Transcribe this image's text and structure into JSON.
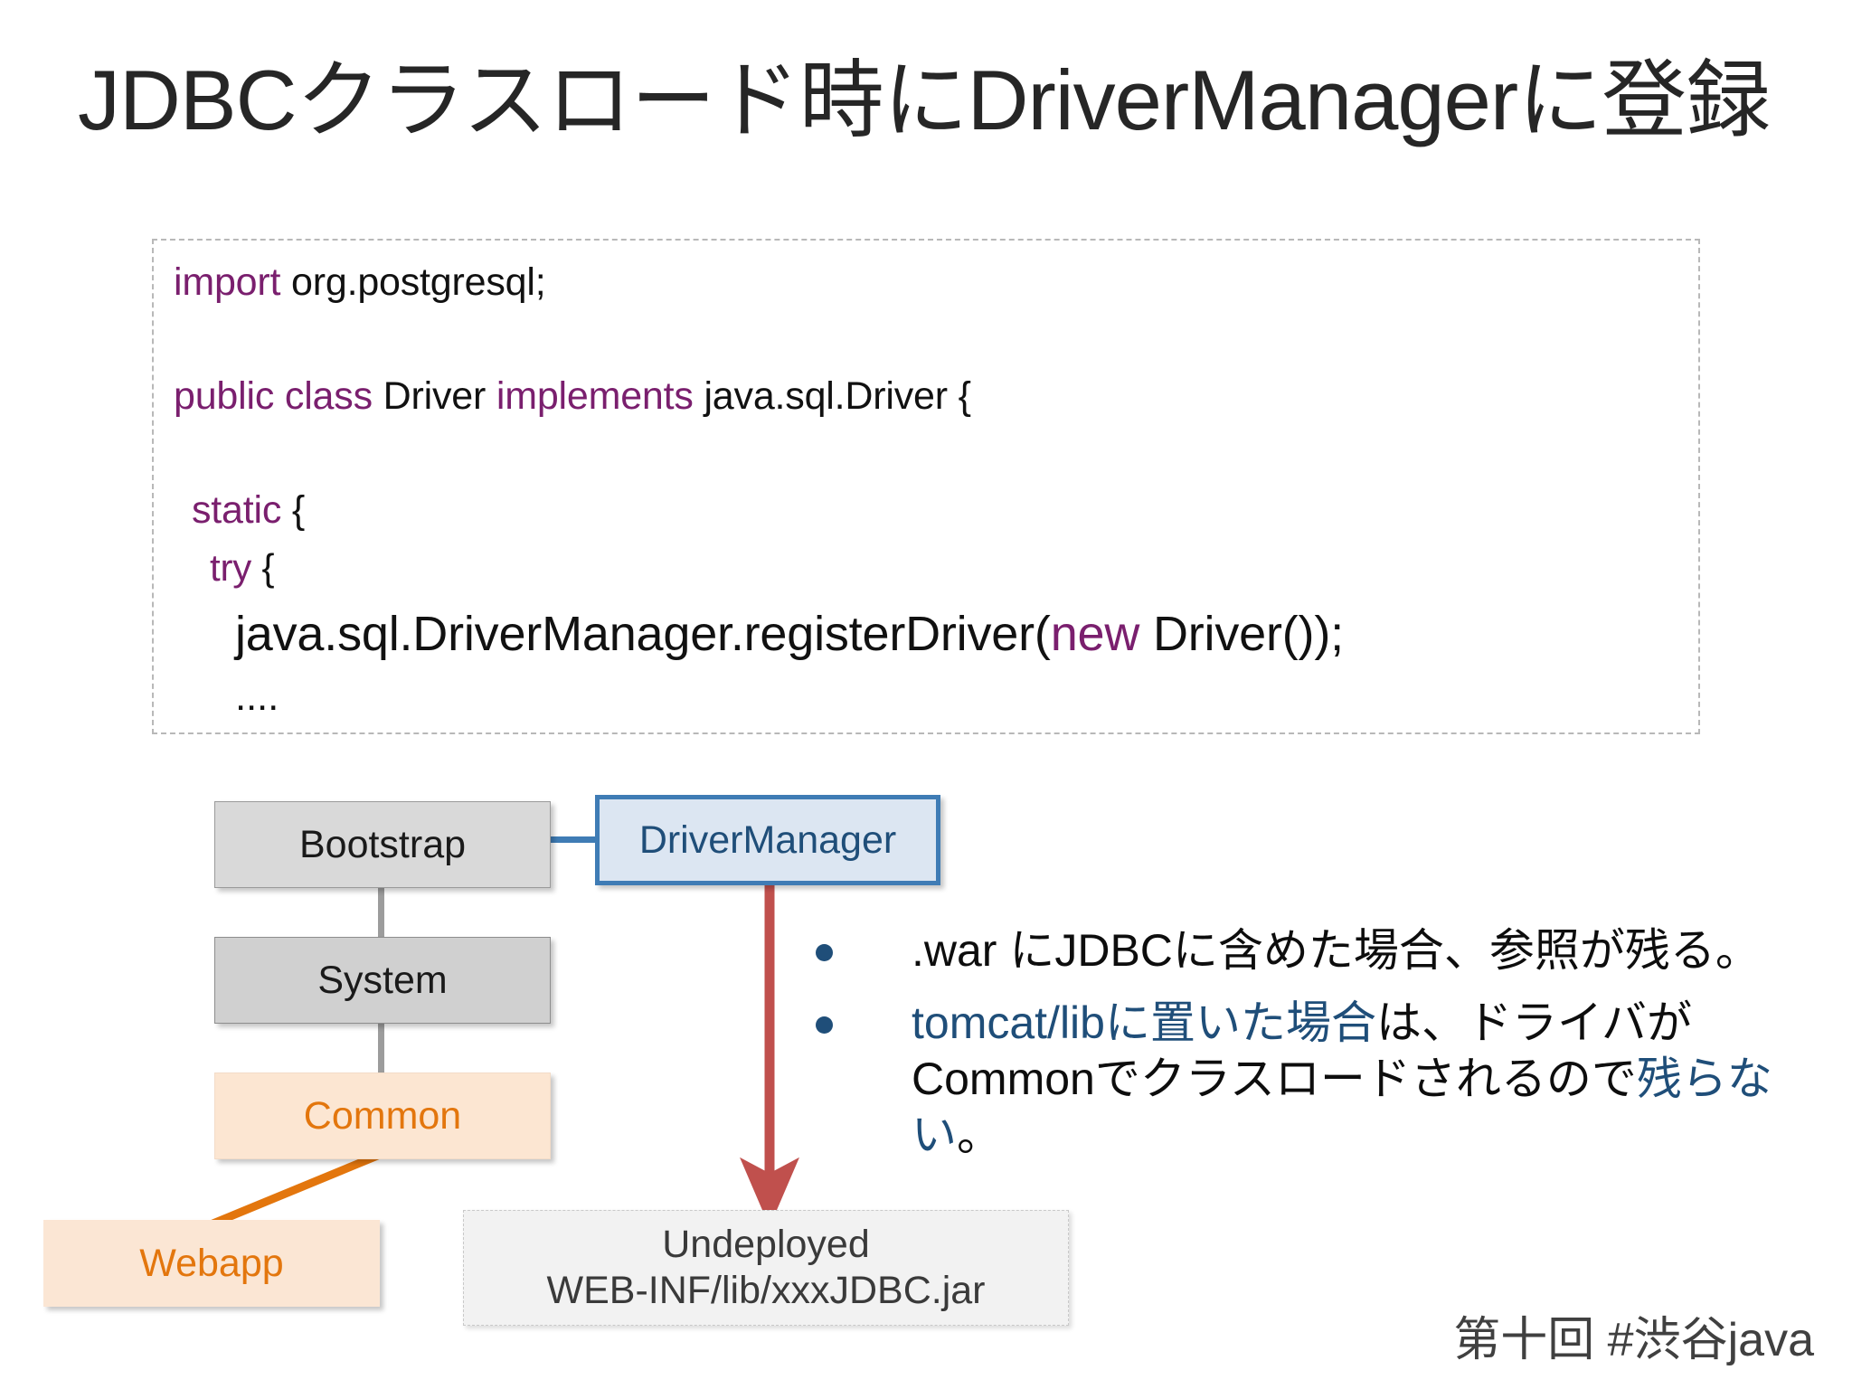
{
  "slide": {
    "title": "JDBCクラスロード時にDriverManagerに登録",
    "footer": "第十回 #渋谷java"
  },
  "code": {
    "line1_kw": "import",
    "line1_rest": " org.postgresql;",
    "line2_kw1": "public class",
    "line2_mid": " Driver ",
    "line2_kw2": "implements",
    "line2_rest": " java.sql.Driver {",
    "line3_kw": "static",
    "line3_rest": " {",
    "line4_kw": "try",
    "line4_rest": " {",
    "line5_pre": "java.sql.DriverManager.registerDriver(",
    "line5_kw": "new",
    "line5_post": " Driver());",
    "line6": "...."
  },
  "diagram": {
    "bootstrap": "Bootstrap",
    "system": "System",
    "common": "Common",
    "webapp": "Webapp",
    "drivermanager": "DriverManager",
    "undeployed_line1": "Undeployed",
    "undeployed_line2": "WEB-INF/lib/xxxJDBC.jar"
  },
  "bullets": [
    {
      "text": ".war にJDBCに含めた場合、参照が残る。"
    },
    {
      "seg1": "tomcat/libに置いた場合",
      "seg2": "は、ドライバが",
      "seg3": "Commonでクラスロードされるので",
      "seg4": "残らない",
      "seg5": "。"
    }
  ],
  "colors": {
    "keyword_purple": "#7a1f6e",
    "accent_blue": "#1f4e79",
    "box_blue_border": "#3f7cb5",
    "box_blue_fill": "#dce6f2",
    "orange_text": "#e3760d",
    "orange_fill": "#fce6d2",
    "gray_fill": "#d9d9d9",
    "arrow_red": "#c0504d"
  }
}
